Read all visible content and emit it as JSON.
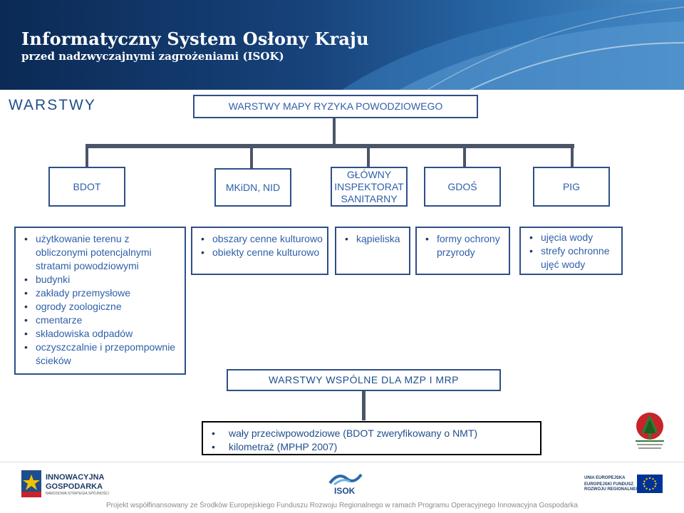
{
  "header": {
    "title": "Informatyczny System Osłony Kraju",
    "subtitle": "przed nadzwyczajnymi zagrożeniami (ISOK)"
  },
  "section_label": "WARSTWY",
  "root_box": "WARSTWY MAPY RYZYKA POWODZIOWEGO",
  "sources": [
    {
      "label": "BDOT"
    },
    {
      "label": "MKiDN, NID"
    },
    {
      "label": "GŁÓWNY INSPEKTORAT SANITARNY"
    },
    {
      "label": "GDOŚ"
    },
    {
      "label": "PIG"
    }
  ],
  "layers": [
    {
      "items": [
        "użytkowanie terenu z obliczonymi potencjalnymi stratami powodziowymi",
        "budynki",
        "zakłady przemysłowe",
        "ogrody zoologiczne",
        "cmentarze",
        "składowiska odpadów",
        "oczyszczalnie i przepompownie ścieków"
      ]
    },
    {
      "items": [
        "obszary cenne kulturowo",
        "obiekty cenne kulturowo"
      ]
    },
    {
      "items": [
        "kąpieliska"
      ]
    },
    {
      "items": [
        "formy ochrony przyrody"
      ]
    },
    {
      "items": [
        "ujęcia wody",
        "strefy ochronne ujęć wody"
      ]
    }
  ],
  "common_box": "WARSTWY WSPÓLNE DLA MZP I MRP",
  "common_items": [
    "wały przeciwpowodziowe (BDOT zweryfikowany o NMT)",
    "kilometraż (MPHP 2007)"
  ],
  "footer": {
    "logo_left_line1": "INNOWACYJNA",
    "logo_left_line2": "GOSPODARKA",
    "logo_left_line3": "NARODOWA STRATEGIA SPÓJNOŚCI",
    "logo_center": "ISOK",
    "logo_right_line1": "UNIA EUROPEJSKA",
    "logo_right_line2": "EUROPEJSKI FUNDUSZ",
    "logo_right_line3": "ROZWOJU REGIONALNEGO",
    "funding_text": "Projekt współfinansowany ze Środków Europejskiego Funduszu Rozwoju Regionalnego w ramach Programu Operacyjnego Innowacyjna Gospodarka"
  },
  "colors": {
    "header_dark": "#0b2a55",
    "text_blue": "#2f5fa8",
    "border": "#2e4f86"
  }
}
